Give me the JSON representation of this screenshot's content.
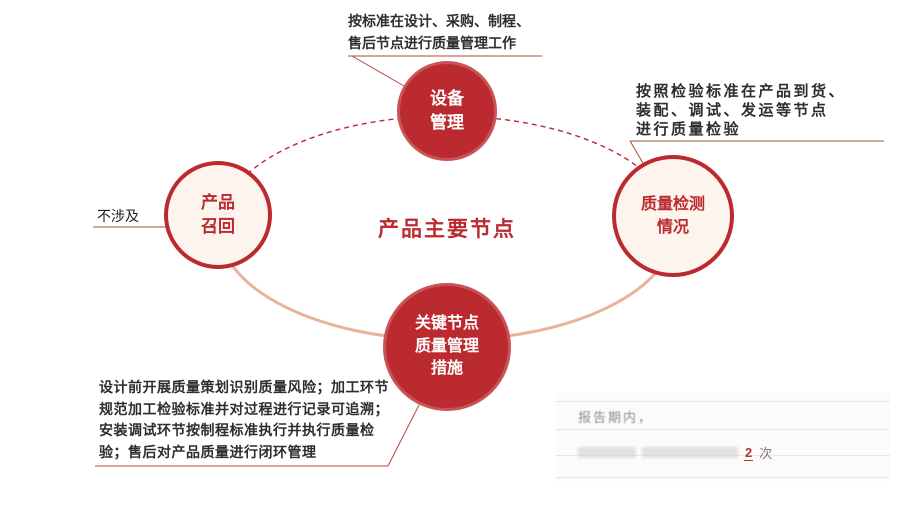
{
  "colors": {
    "red": "#bb2a2e",
    "red-line": "#b24a3e",
    "salmon": "#e9b29a",
    "light-fill": "#fdf4ee",
    "text-dark": "#2e2e2e"
  },
  "diagram": {
    "center_label": "产品主要节点",
    "nodes": {
      "top": {
        "lines": [
          "设备",
          "管理"
        ]
      },
      "right": {
        "lines": [
          "质量检测",
          "情况"
        ]
      },
      "left": {
        "lines": [
          "产品",
          "召回"
        ]
      },
      "bottom": {
        "lines": [
          "关键节点",
          "质量管理",
          "措施"
        ]
      }
    },
    "annotations": {
      "top": {
        "lines": [
          "按标准在设计、采购、制程、",
          "售后节点进行质量管理工作"
        ]
      },
      "right": {
        "lines": [
          "按照检验标准在产品到货、",
          "装配、调试、发运等节点",
          "进行质量检验"
        ]
      },
      "left": {
        "text": "不涉及"
      },
      "bottom": {
        "lines": [
          "设计前开展质量策划识别质量风险；加工环节",
          "规范加工检验标准并对过程进行记录可追溯；",
          "安装调试环节按制程标准执行并执行质量检",
          "验；售后对产品质量进行闭环管理"
        ]
      }
    },
    "snippet": {
      "line1": "报告期内，",
      "count": "2",
      "unit": "次"
    }
  }
}
